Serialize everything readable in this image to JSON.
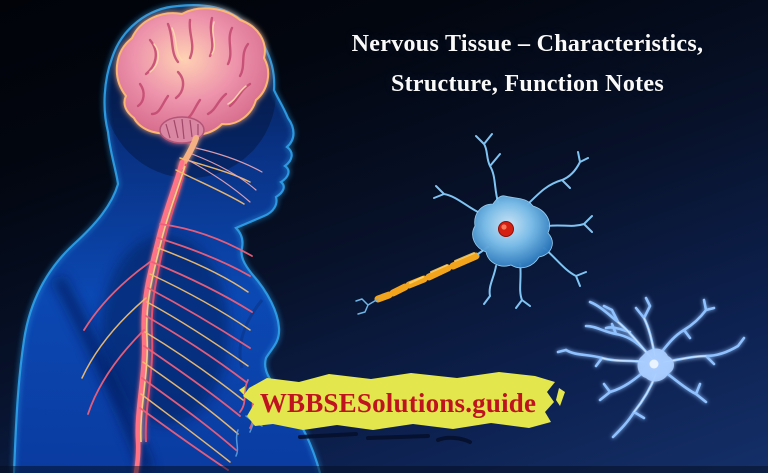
{
  "title": {
    "line1": "Nervous Tissue – Characteristics,",
    "line2": "Structure, Function Notes"
  },
  "watermark": {
    "text": "WBBSESolutions.guide"
  },
  "illustrations": {
    "human_figure": "human-profile-nervous-system",
    "neuron": "myelinated-neuron",
    "glial_cell": "glial-cell"
  },
  "colors": {
    "background_top": "#020409",
    "background_bottom": "#15316b",
    "title_text": "#fafafa",
    "watermark_bg": "#e4e64e",
    "watermark_text": "#bf1420",
    "body_blue": "#0c4cb4",
    "body_rim": "#2f9fe8",
    "brain_pink": "#e4799c",
    "brain_glow": "#ffb973",
    "nerve_red": "#ef5f78",
    "nerve_yellow": "#f2bd6d",
    "nerve_spine": "#ff7386",
    "nerve_face": "#f0a8b4",
    "neuron_dendrite": "#7fc4f2",
    "neuron_nucleus": "#d42114",
    "myelin_orange": "#f2a51c",
    "myelin_highlight": "#ffd46a",
    "glial_blue": "#8fc1ff"
  }
}
